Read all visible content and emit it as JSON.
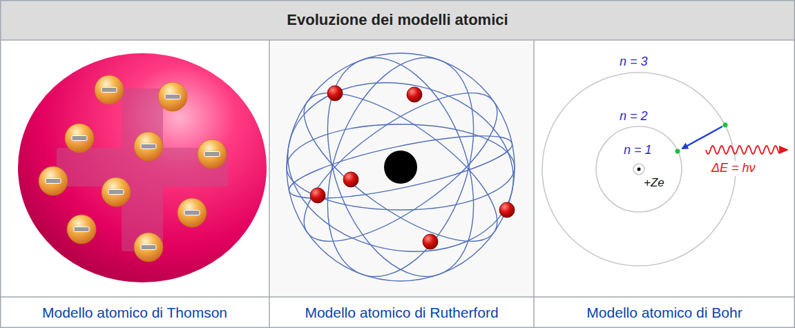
{
  "diagram": {
    "title": "Evoluzione dei modelli atomici",
    "nodes": [
      {
        "text": [
          "Modello atomico di Thomson"
        ]
      },
      {
        "text": [
          "Modello atomico di Rutherford"
        ]
      },
      {
        "text": [
          "Modello atomico di Bohr"
        ]
      }
    ],
    "labels": [
      "n = 3",
      "n = 2",
      "n = 1",
      "+Ze",
      "ΔE = hν"
    ]
  }
}
